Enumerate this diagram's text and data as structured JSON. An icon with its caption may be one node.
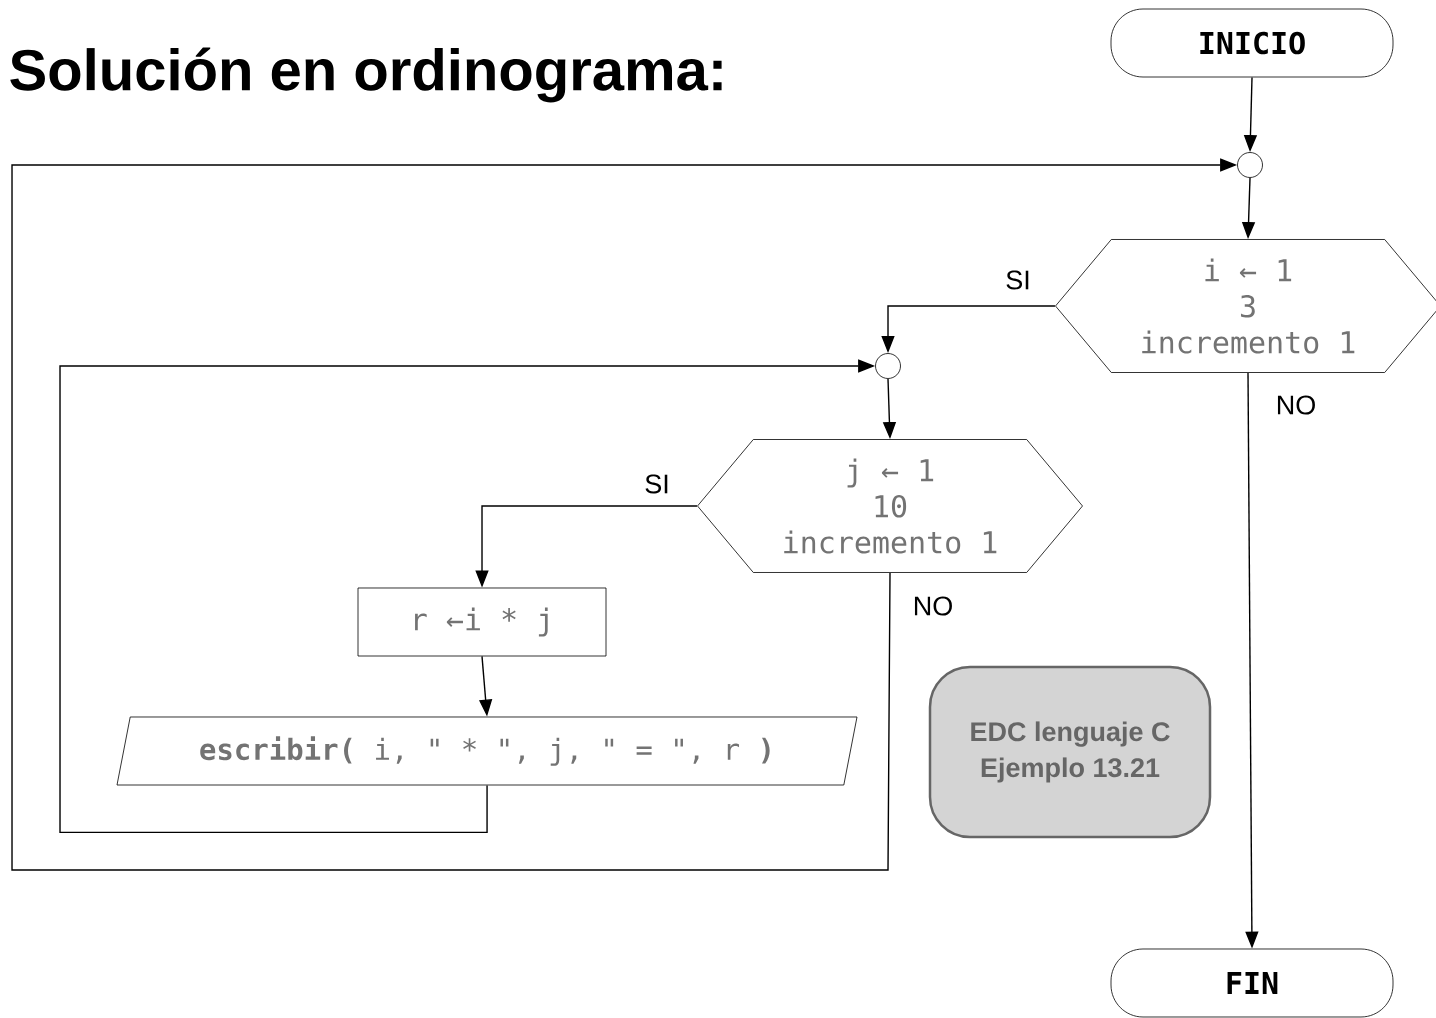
{
  "diagram": {
    "title": "Solución en ordinograma:",
    "nodes": [
      {
        "text": [
          "INICIO"
        ]
      },
      {
        "text": [],
        "shape": "circle"
      },
      {
        "text": [
          "i ← 1",
          "3",
          "incremento 1"
        ]
      },
      {
        "text": [],
        "shape": "circle"
      },
      {
        "text": [
          "j ← 1",
          "10",
          "incremento 1"
        ]
      },
      {
        "text": [
          "r ←i * j"
        ]
      },
      {
        "text": [
          "**escribir(** i, \" * \", j, \" = \", r **)**"
        ]
      },
      {
        "text": [
          "EDC lenguaje C",
          "Ejemplo 13.21"
        ]
      },
      {
        "text": [
          "FIN"
        ]
      }
    ],
    "edges": [
      {
        "from": 0,
        "to": 1,
        "arrow": "to"
      },
      {
        "from": 1,
        "to": 2,
        "arrow": "to"
      },
      {
        "from": 2,
        "to": 3,
        "arrow": "to",
        "label": "SI"
      },
      {
        "from": 3,
        "to": 4,
        "arrow": "to"
      },
      {
        "from": 4,
        "to": 5,
        "arrow": "to",
        "label": "SI"
      },
      {
        "from": 5,
        "to": 6,
        "arrow": "to"
      },
      {
        "from": 6,
        "to": 3,
        "arrow": "to"
      },
      {
        "from": 4,
        "to": 1,
        "arrow": "to",
        "label": "NO"
      },
      {
        "from": 2,
        "to": 8,
        "arrow": "to",
        "label": "NO"
      }
    ]
  }
}
